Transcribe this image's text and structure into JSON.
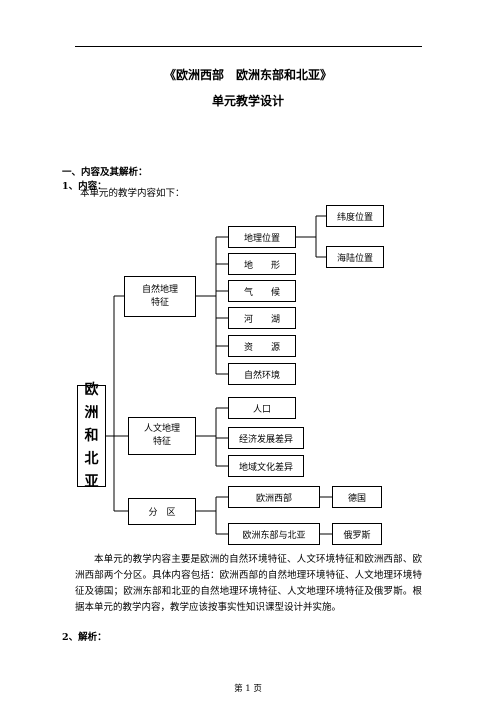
{
  "doc": {
    "title": "《欧洲西部　欧洲东部和北亚》",
    "subtitle": "单元教学设计",
    "section1": "一、内容及其解析：",
    "item1": "1、内容：",
    "intro": "本单元的教学内容如下：",
    "paragraph": "本单元的教学内容主要是欧洲的自然环境特征、人文环境特征和欧洲西部、欧洲西部两个分区。具体内容包括：欧洲西部的自然地理环境特征、人文地理环境特征及德国；欧洲东部和北亚的自然地理环境特征、人文地理环境特征及俄罗斯。根据本单元的教学内容，教学应该按事实性知识课型设计并实施。",
    "item2": "2、解析：",
    "page": "第 1 页"
  },
  "diagram": {
    "root": [
      "欧",
      "洲",
      "和",
      "北",
      "亚"
    ],
    "natural": [
      "自然地理",
      "特征"
    ],
    "human": [
      "人文地理",
      "特征"
    ],
    "region": "分　区",
    "geo_position": "地理位置",
    "latitude": "纬度位置",
    "land_sea": "海陆位置",
    "terrain": "地　　形",
    "climate": "气　　候",
    "rivers": "河　　湖",
    "resources": "资　　源",
    "nature_env": "自然环境",
    "population": "人口",
    "economy": "经济发展差异",
    "culture": "地域文化差异",
    "west_europe": "欧洲西部",
    "germany": "德国",
    "east_north": "欧洲东部与北亚",
    "russia": "俄罗斯"
  }
}
